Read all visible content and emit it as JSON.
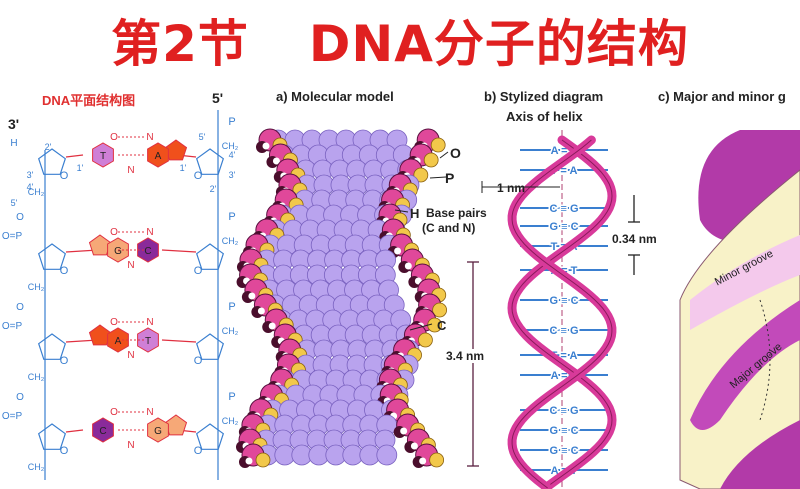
{
  "title": {
    "part1": "第2节",
    "part2": "DNA分子的结构"
  },
  "planar": {
    "heading": "DNA平面结构图",
    "end_left": "3'",
    "end_right": "5'",
    "pairs": [
      {
        "left": "T",
        "right": "A"
      },
      {
        "left": "G",
        "right": "C"
      },
      {
        "left": "A",
        "right": "T"
      },
      {
        "left": "C",
        "right": "G"
      }
    ],
    "atoms": {
      "o": "O",
      "n": "N",
      "p": "P",
      "h": "H",
      "ch2": "CH₂",
      "c1": "1'",
      "c2": "2'",
      "c3": "3'",
      "c4": "4'",
      "c5": "5'"
    }
  },
  "molecular": {
    "heading": "a)  Molecular model",
    "labels": {
      "o": "O",
      "p": "P",
      "h": "H",
      "base_pairs": "Base pairs",
      "c_and_n": "(C and N)",
      "c": "C"
    }
  },
  "stylized": {
    "heading": "b)  Stylized diagram",
    "axis": "Axis of helix",
    "width": "1 nm",
    "rise": "0.34 nm",
    "pitch": "3.4 nm",
    "base_pairs": [
      "A = T",
      "T = A",
      "C ≡ G",
      "G ≡ C",
      "T = A",
      "A = T",
      "G ≡ C",
      "C ≡ G",
      "T = A",
      "A = T",
      "C ≡ G",
      "G ≡ C",
      "G ≡ C",
      "A = T"
    ]
  },
  "grooves": {
    "heading": "c)  Major and minor g",
    "minor": "Minor groove",
    "major": "Major groove"
  },
  "colors": {
    "title": "#e02020",
    "backbone": "#3a7fd0",
    "bond": "#e03040",
    "ribbon": "#d83a9a",
    "sphere": "#b9a3ee"
  }
}
